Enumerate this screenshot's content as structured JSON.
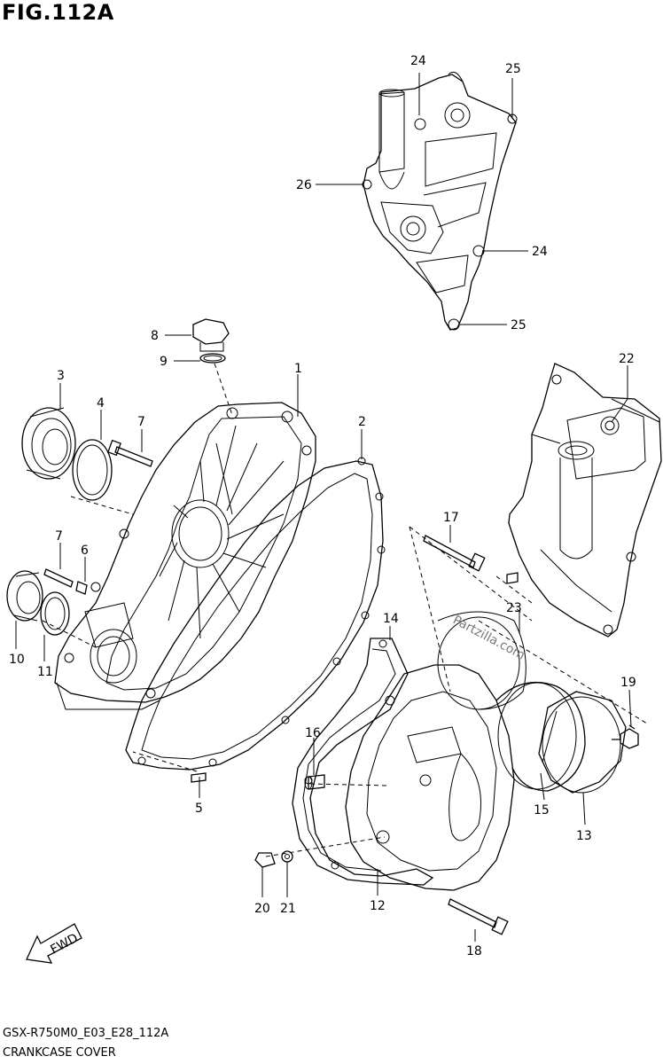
{
  "figure": {
    "title": "FIG.112A",
    "code": "GSX-R750M0_E03_E28_112A",
    "name": "CRANKCASE COVER",
    "watermark": "Partzilla.com",
    "fwd_label": "FWD"
  },
  "callouts": [
    {
      "id": "24",
      "text": "24"
    },
    {
      "id": "25",
      "text": "25"
    },
    {
      "id": "26",
      "text": "26"
    },
    {
      "id": "24b",
      "text": "24"
    },
    {
      "id": "25b",
      "text": "25"
    },
    {
      "id": "8",
      "text": "8"
    },
    {
      "id": "9",
      "text": "9"
    },
    {
      "id": "1",
      "text": "1"
    },
    {
      "id": "22",
      "text": "22"
    },
    {
      "id": "3",
      "text": "3"
    },
    {
      "id": "4",
      "text": "4"
    },
    {
      "id": "7",
      "text": "7"
    },
    {
      "id": "2",
      "text": "2"
    },
    {
      "id": "17",
      "text": "17"
    },
    {
      "id": "7b",
      "text": "7"
    },
    {
      "id": "6",
      "text": "6"
    },
    {
      "id": "23",
      "text": "23"
    },
    {
      "id": "14",
      "text": "14"
    },
    {
      "id": "10",
      "text": "10"
    },
    {
      "id": "11",
      "text": "11"
    },
    {
      "id": "19",
      "text": "19"
    },
    {
      "id": "16",
      "text": "16"
    },
    {
      "id": "5",
      "text": "5"
    },
    {
      "id": "15",
      "text": "15"
    },
    {
      "id": "13",
      "text": "13"
    },
    {
      "id": "12",
      "text": "12"
    },
    {
      "id": "20",
      "text": "20"
    },
    {
      "id": "21",
      "text": "21"
    },
    {
      "id": "18",
      "text": "18"
    }
  ]
}
